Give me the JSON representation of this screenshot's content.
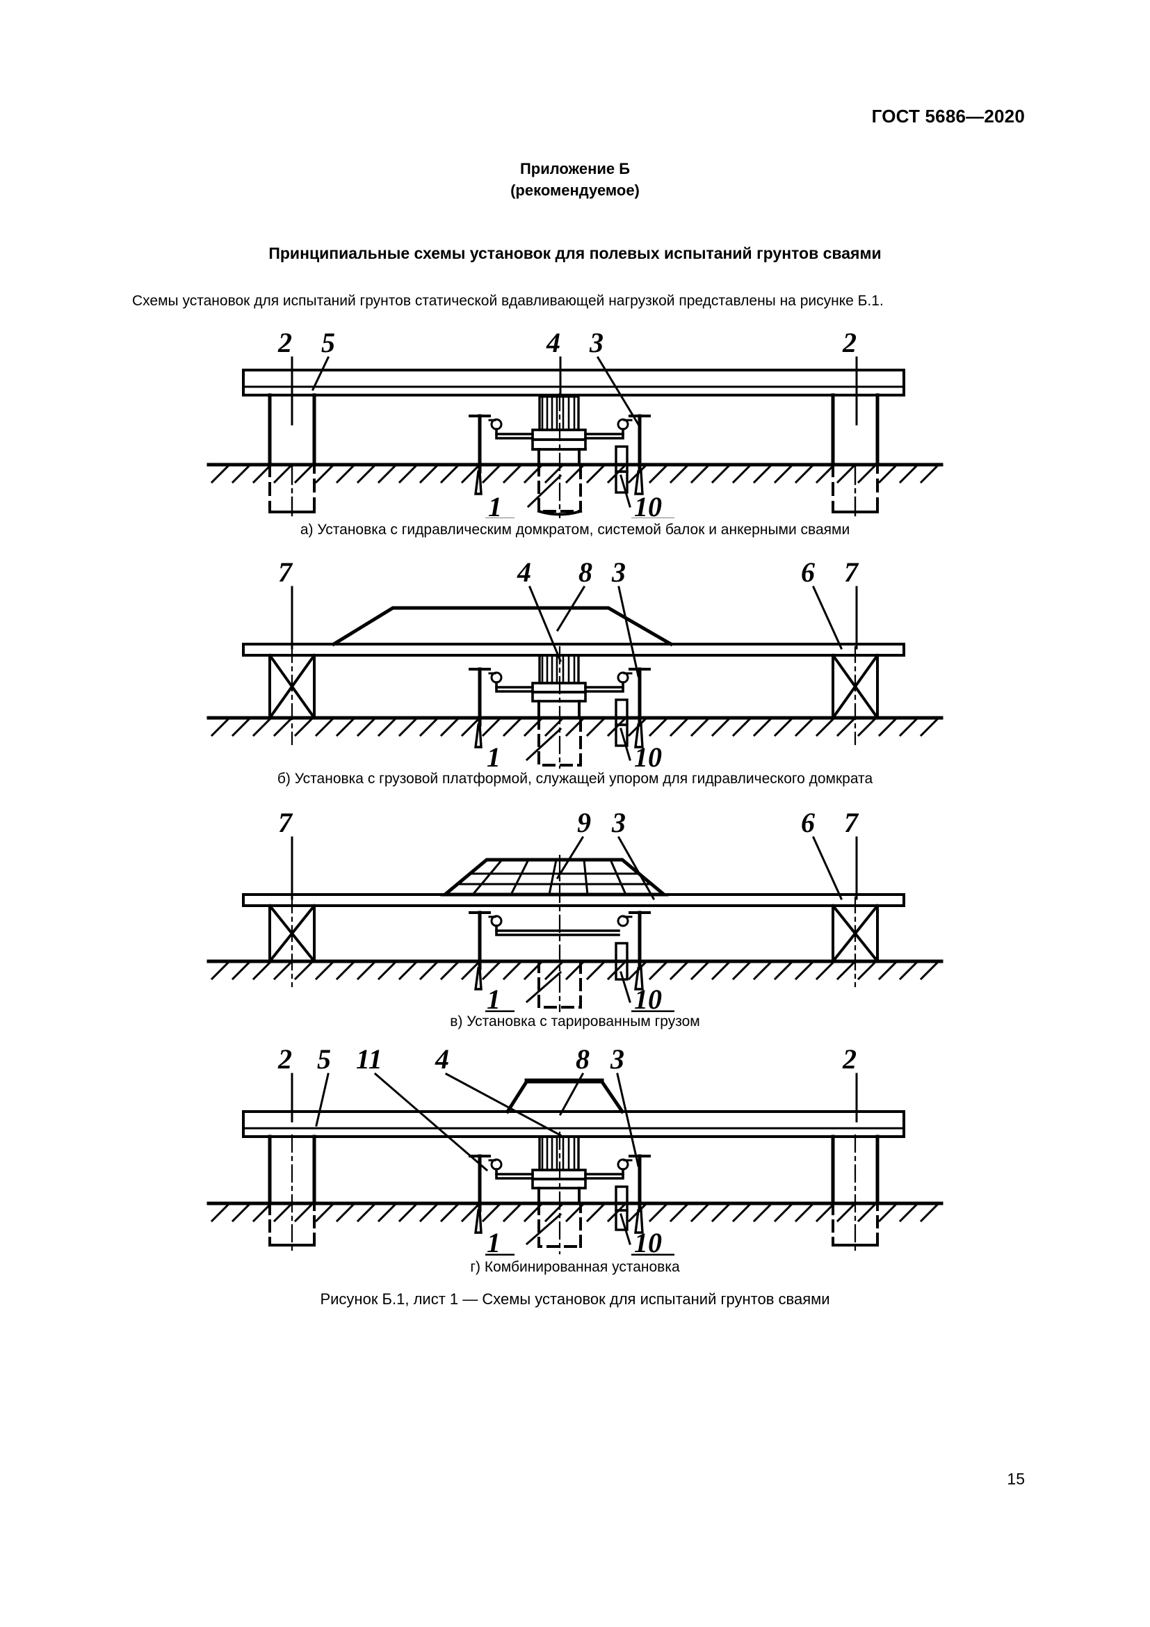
{
  "header": {
    "standard": "ГОСТ 5686—2020"
  },
  "appendix": {
    "line1": "Приложение Б",
    "line2": "(рекомендуемое)"
  },
  "section": {
    "title": "Принципиальные схемы установок для полевых испытаний грунтов сваями"
  },
  "intro": {
    "paragraph": "Схемы установок для испытаний грунтов статической вдавливающей нагрузкой представлены на рисунке Б.1."
  },
  "figure": {
    "title": "Рисунок Б.1, лист 1 — Схемы установок для испытаний грунтов сваями",
    "schemes": [
      {
        "id": "a",
        "caption": "а) Установка с гидравлическим домкратом, системой балок и анкерными сваями",
        "callouts": [
          "2",
          "5",
          "4",
          "3",
          "2",
          "1",
          "10"
        ],
        "top_callouts": [
          "2",
          "5",
          "4",
          "3",
          "2"
        ],
        "bottom_callouts": [
          "1",
          "10"
        ]
      },
      {
        "id": "b",
        "caption": "б) Установка с грузовой платформой, служащей упором для гидравлического домкрата",
        "callouts": [
          "7",
          "4",
          "8",
          "3",
          "6",
          "7",
          "1",
          "10"
        ],
        "top_callouts": [
          "7",
          "4",
          "8",
          "3",
          "6",
          "7"
        ],
        "bottom_callouts": [
          "1",
          "10"
        ]
      },
      {
        "id": "c",
        "caption": "в) Установка с тарированным грузом",
        "callouts": [
          "7",
          "9",
          "3",
          "6",
          "7",
          "1",
          "10"
        ],
        "top_callouts": [
          "7",
          "9",
          "3",
          "6",
          "7"
        ],
        "bottom_callouts": [
          "1",
          "10"
        ]
      },
      {
        "id": "d",
        "caption": "г) Комбинированная установка",
        "callouts": [
          "2",
          "5",
          "11",
          "4",
          "8",
          "3",
          "2",
          "1",
          "10"
        ],
        "top_callouts": [
          "2",
          "5",
          "11",
          "4",
          "8",
          "3",
          "2"
        ],
        "bottom_callouts": [
          "1",
          "10"
        ]
      }
    ]
  },
  "page": {
    "number": "15"
  },
  "colors": {
    "ink": "#000000",
    "paper": "#ffffff"
  }
}
